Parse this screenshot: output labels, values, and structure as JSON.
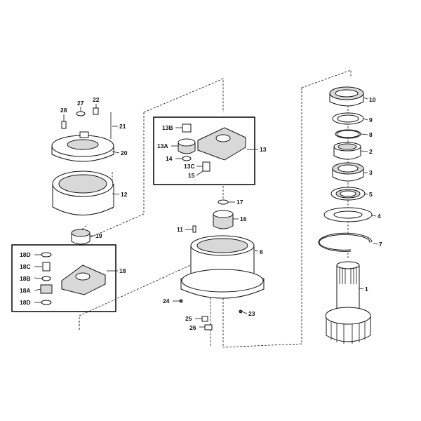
{
  "callouts": {
    "l10": "10",
    "l9": "9",
    "l8": "8",
    "l2": "2",
    "l3": "3",
    "l5": "5",
    "l4": "4",
    "l7": "7",
    "l1": "1",
    "l28": "28",
    "l27": "27",
    "l22": "22",
    "l21": "21",
    "l20": "20",
    "l12": "12",
    "l19": "19",
    "l18D_top": "18D",
    "l18C": "18C",
    "l18B": "18B",
    "l18A": "18A",
    "l18D_bottom": "18D",
    "l18": "18",
    "l13B": "13B",
    "l13A": "13A",
    "l14": "14",
    "l13C": "13C",
    "l15": "15",
    "l13": "13",
    "l17": "17",
    "l16": "16",
    "l11": "11",
    "l6": "6",
    "l24": "24",
    "l23": "23",
    "l25": "25",
    "l26": "26"
  },
  "colors": {
    "ink": "#111111",
    "background": "#ffffff",
    "shade": "#d8d8d8"
  }
}
